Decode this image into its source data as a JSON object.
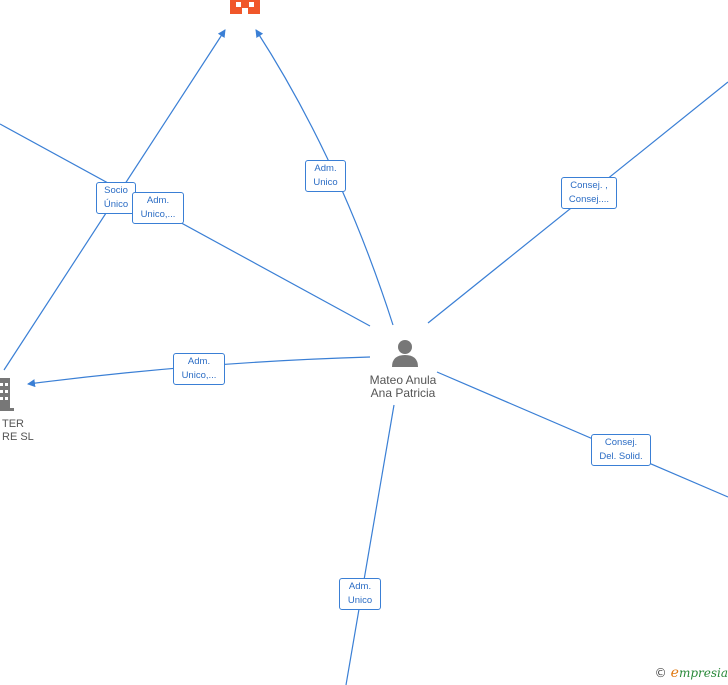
{
  "center_person": {
    "name_line1": "Mateo Anula",
    "name_line2": "Ana Patricia",
    "icon": "person-icon"
  },
  "left_company": {
    "line1": "TER",
    "line2": "RE  SL",
    "icon": "building-icon"
  },
  "top_company": {
    "icon": "building-icon",
    "color": "#f0572a"
  },
  "edge_labels": {
    "socio_unico": [
      "Socio",
      "Único"
    ],
    "adm_unico_top_left": [
      "Adm.",
      "Unico,..."
    ],
    "adm_unico_top": [
      "Adm.",
      "Unico"
    ],
    "consej_top_right": [
      "Consej. ,",
      "Consej...."
    ],
    "adm_unico_left": [
      "Adm.",
      "Unico,..."
    ],
    "consej_del_solid": [
      "Consej.",
      "Del. Solid."
    ],
    "adm_unico_bottom": [
      "Adm.",
      "Unico"
    ]
  },
  "watermark": {
    "copyright": "©",
    "brand_initial": "e",
    "brand_rest": "mpresia"
  },
  "colors": {
    "edge": "#3a7fd5",
    "label_text": "#2b6cc4",
    "node_icon": "#777777",
    "highlight_company": "#f0572a"
  }
}
